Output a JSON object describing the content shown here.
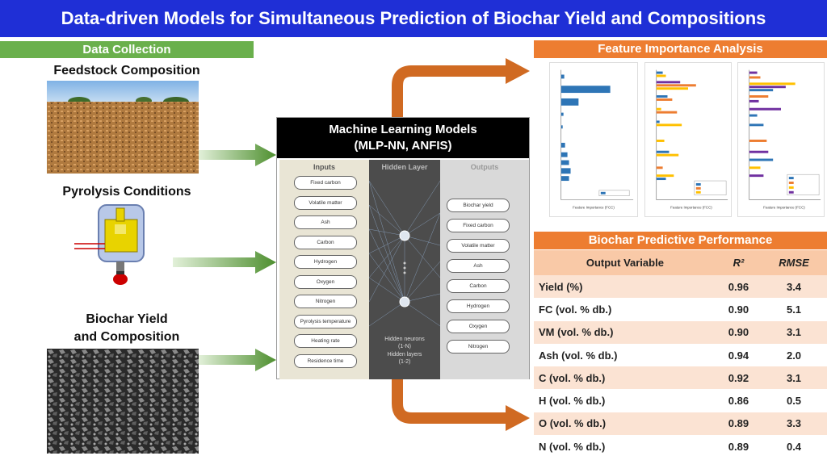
{
  "title": "Data-driven Models for Simultaneous Prediction of Biochar Yield and Compositions",
  "data_collection": {
    "header": "Data Collection",
    "feedstock_label": "Feedstock Composition",
    "pyrolysis_label": "Pyrolysis Conditions",
    "biochar_label_line1": "Biochar Yield",
    "biochar_label_line2": "and Composition"
  },
  "ml_models": {
    "title_line1": "Machine Learning  Models",
    "title_line2": "(MLP-NN, ANFIS)",
    "inputs_title": "Inputs",
    "hidden_title": "Hidden Layer",
    "outputs_title": "Outputs",
    "inputs": [
      "Fixed carbon",
      "Volatile matter",
      "Ash",
      "Carbon",
      "Hydrogen",
      "Oxygen",
      "Nitrogen",
      "Pyrolysis temperature",
      "Heating rate",
      "Residence time"
    ],
    "outputs": [
      "Biochar yield",
      "Fixed carbon",
      "Volatile matter",
      "Ash",
      "Carbon",
      "Hydrogen",
      "Oxygen",
      "Nitrogen"
    ],
    "hidden_note_1": "Hidden neurons",
    "hidden_note_2": "(1-N)",
    "hidden_note_3": "Hidden layers",
    "hidden_note_4": "(1-2)"
  },
  "feature_importance": {
    "header": "Feature Importance Analysis",
    "xlabel": "Feature Importance (FCC)",
    "colors": {
      "blue": "#2e75b6",
      "orange": "#ed7d31",
      "gold": "#ffc000",
      "purple": "#7030a0"
    }
  },
  "performance": {
    "header": "Biochar Predictive Performance",
    "columns": [
      "Output Variable",
      "R²",
      "RMSE"
    ],
    "rows": [
      [
        "Yield (%)",
        "0.96",
        "3.4"
      ],
      [
        "FC (vol. % db.)",
        "0.90",
        "5.1"
      ],
      [
        "VM (vol. % db.)",
        "0.90",
        "3.1"
      ],
      [
        "Ash (vol. % db.)",
        "0.94",
        "2.0"
      ],
      [
        "C (vol. % db.)",
        "0.92",
        "3.1"
      ],
      [
        "H (vol. % db.)",
        "0.86",
        "0.5"
      ],
      [
        "O (vol. % db.)",
        "0.89",
        "3.3"
      ],
      [
        "N (vol. % db.)",
        "0.89",
        "0.4"
      ]
    ]
  },
  "colors": {
    "title_bg": "#1f2fd6",
    "green": "#6ab04c",
    "orange": "#ed7d31"
  }
}
